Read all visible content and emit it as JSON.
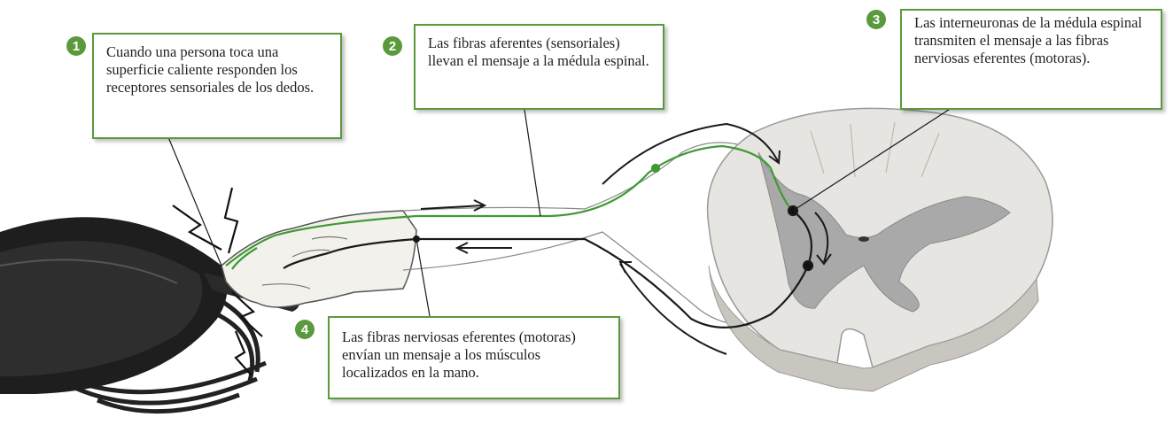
{
  "callouts": [
    {
      "step": "1",
      "text": "Cuando una persona toca una superficie caliente responden los receptores sensoriales de los dedos."
    },
    {
      "step": "2",
      "text": "Las fibras aferentes (sensoriales) llevan el mensaje a la médula espinal."
    },
    {
      "step": "3",
      "text": "Las interneuronas de la médula espinal transmiten el mensaje a las fibras nerviosas eferentes (motoras)."
    },
    {
      "step": "4",
      "text": "Las fibras nerviosas eferentes (motoras) envían un mensaje a los músculos localizados en la mano."
    }
  ],
  "colors": {
    "accent_green": "#5a9a3c",
    "afferent_fiber": "#3f9a35",
    "efferent_fiber": "#1a1a1a",
    "gray_matter": "#a9a9a9",
    "white_matter": "#e7e5e1"
  },
  "icons": [
    "frying-pan-icon",
    "stove-burner-icon",
    "hand-icon",
    "spinal-cord-section-icon",
    "heat-spark-icon"
  ]
}
